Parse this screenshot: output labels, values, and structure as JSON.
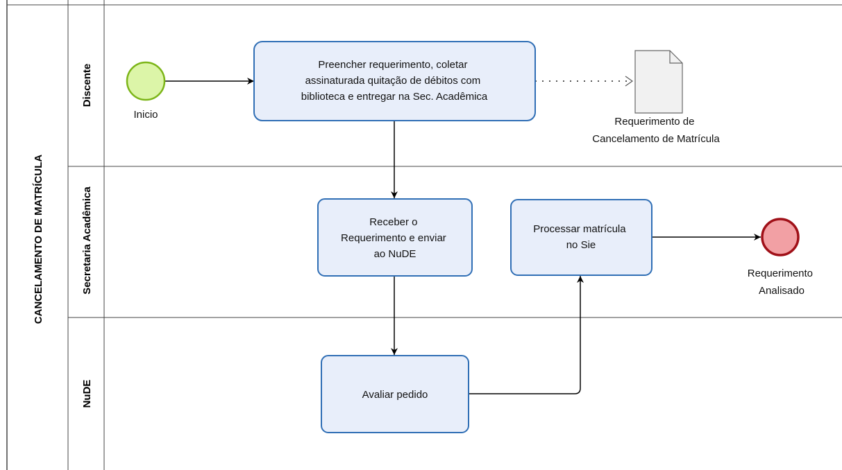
{
  "pool": {
    "title": "CANCELAMENTO DE MATRÍCULA"
  },
  "lanes": {
    "discente": "Discente",
    "secretaria": "Secretaria Acadêmica",
    "nude": "NuDE"
  },
  "events": {
    "start": {
      "label": "Inicio"
    },
    "end": {
      "label_lines": [
        "Requerimento",
        "Analisado"
      ]
    }
  },
  "tasks": {
    "preencher": {
      "lines": [
        "Preencher requerimento, coletar",
        "assinaturada quitação de débitos com",
        "biblioteca  e entregar na  Sec. Acadêmica"
      ]
    },
    "receber": {
      "lines": [
        "Receber o",
        "Requerimento e enviar",
        "ao NuDE"
      ]
    },
    "processar": {
      "lines": [
        "Processar matrícula",
        "no Sie"
      ]
    },
    "avaliar": {
      "lines": [
        "Avaliar pedido"
      ]
    }
  },
  "document": {
    "label_lines": [
      "Requerimento de",
      "Cancelamento de Matrícula"
    ]
  },
  "colors": {
    "task_fill": "#e8eefa",
    "task_stroke": "#2f6eb5",
    "start_fill": "#dcf5a8",
    "start_stroke": "#7cb518",
    "end_fill": "#f2a0a4",
    "end_stroke": "#a01018"
  }
}
